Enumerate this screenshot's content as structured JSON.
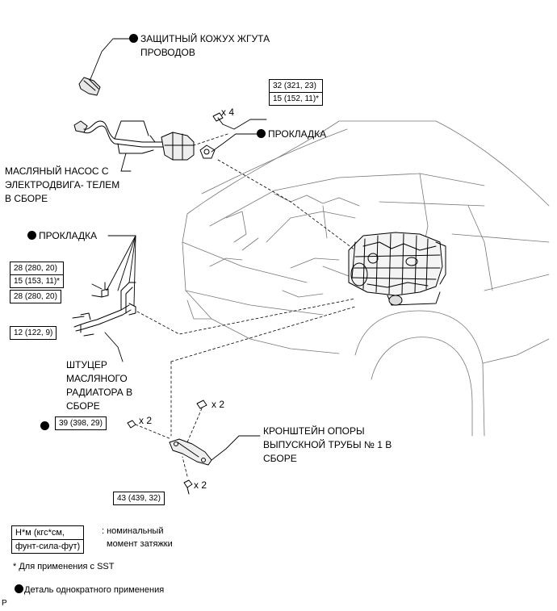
{
  "labels": {
    "harness_cover": "ЗАЩИТНЫЙ КОЖУХ ЖГУТА ПРОВОДОВ",
    "gasket_top": "ПРОКЛАДКА",
    "oil_pump": "МАСЛЯНЫЙ НАСОС С ЭЛЕКТРОДВИГА- ТЕЛЕМ В СБОРЕ",
    "gasket_left": "ПРОКЛАДКА",
    "cooler_union": "ШТУЦЕР МАСЛЯНОГО РАДИАТОРА В СБОРЕ",
    "bracket": "КРОНШТЕЙН ОПОРЫ ВЫПУСКНОЙ ТРУБЫ № 1 В СБОРЕ"
  },
  "torque": {
    "pump_bolt_line1": "32 (321, 23)",
    "pump_bolt_line2": "15 (152, 11)*",
    "union_a_line1": "28 (280, 20)",
    "union_a_line2": "15 (153, 11)*",
    "union_b": "28 (280, 20)",
    "union_c": "12 (122, 9)",
    "bracket_nut": "39 (398, 29)",
    "bracket_bolt": "43 (439, 32)"
  },
  "quantities": {
    "pump_bolts": "x 4",
    "bracket_nuts": "x 2",
    "bracket_studs": "x 2",
    "bracket_bolts": "x 2"
  },
  "legend": {
    "unit_line1": "Н*м (кгс*см,",
    "unit_line2": "фунт-сила-фут)",
    "unit_desc_line1": ": номинальный",
    "unit_desc_line2": "момент затяжки",
    "sst_note": "* Для применения с SST",
    "single_use": "Деталь однократного применения"
  },
  "corner_mark": "P"
}
